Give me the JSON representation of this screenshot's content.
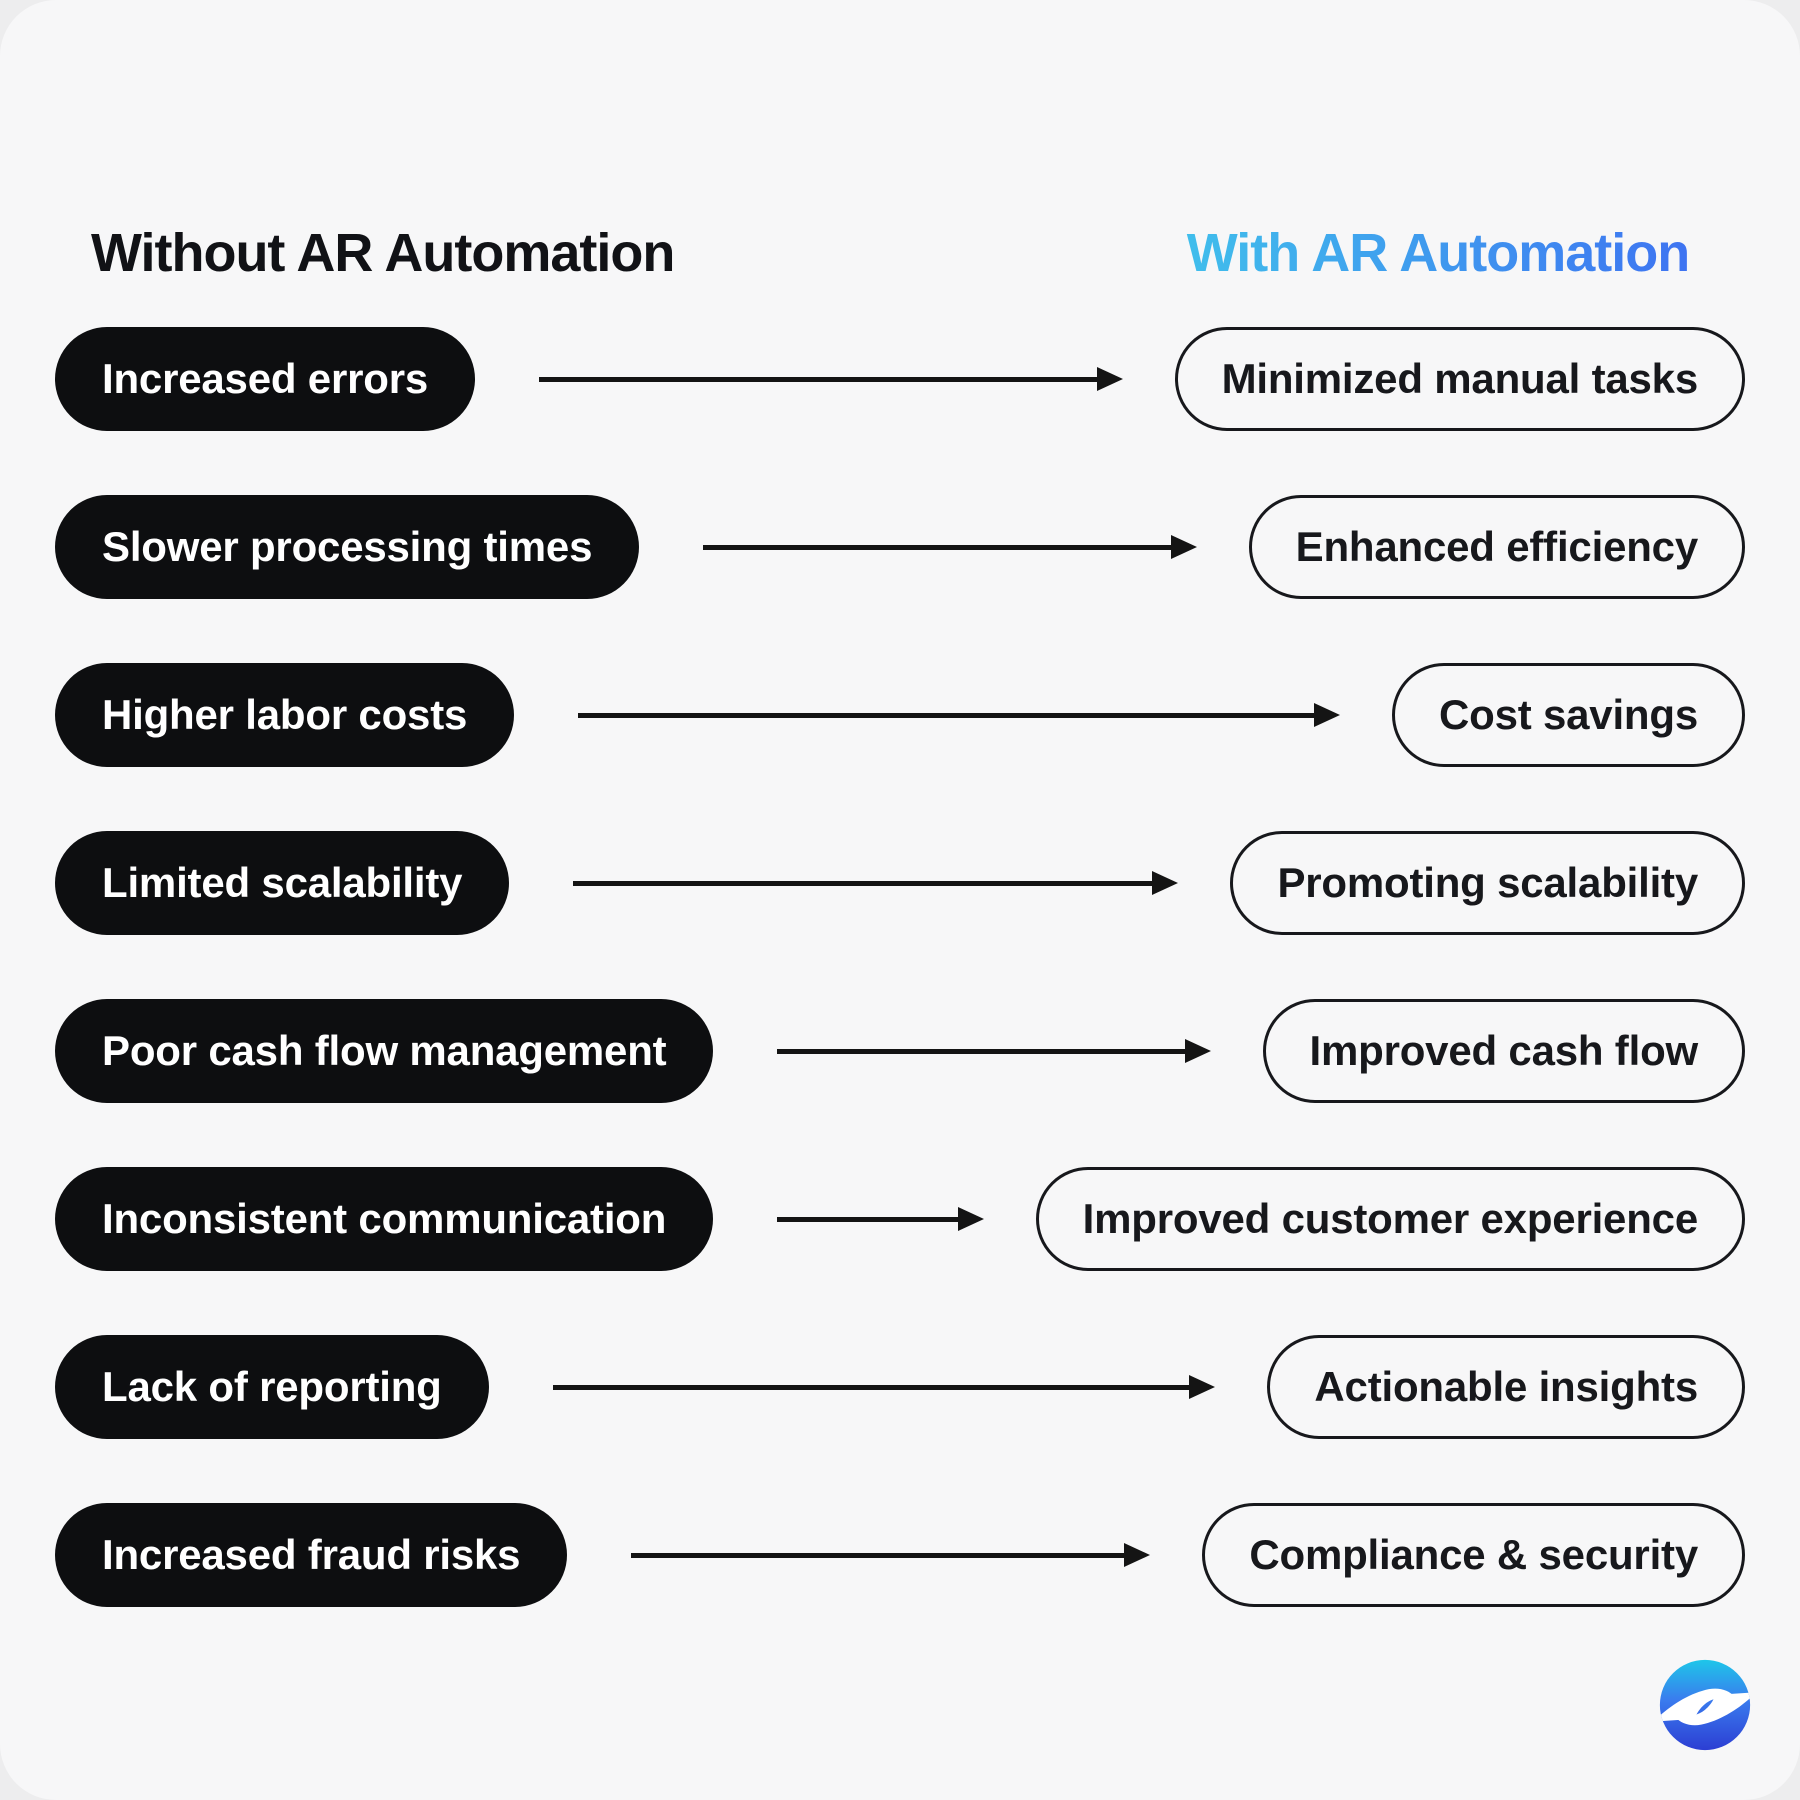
{
  "headers": {
    "left": "Without AR Automation",
    "right": "With AR Automation"
  },
  "rows": [
    {
      "without": "Increased errors",
      "with": "Minimized manual tasks"
    },
    {
      "without": "Slower processing times",
      "with": "Enhanced efficiency"
    },
    {
      "without": "Higher labor costs",
      "with": "Cost savings"
    },
    {
      "without": "Limited scalability",
      "with": "Promoting scalability"
    },
    {
      "without": "Poor cash flow management",
      "with": "Improved cash flow"
    },
    {
      "without": "Inconsistent communication",
      "with": "Improved customer experience"
    },
    {
      "without": "Lack of reporting",
      "with": "Actionable insights"
    },
    {
      "without": "Increased fraud risks",
      "with": "Compliance & security"
    }
  ],
  "icons": {
    "brand_logo": "lightning-bolt-circle"
  },
  "colors": {
    "card_bg": "#f7f7f8",
    "page_bg": "#ededee",
    "header_left": "#111216",
    "header_right_gradient_start": "#40c6eb",
    "header_right_gradient_end": "#3e6bf2",
    "pill_left_bg": "#0d0e10",
    "pill_left_text": "#ffffff",
    "pill_right_border": "#17181c",
    "pill_right_text": "#17181c",
    "arrow": "#141414",
    "logo_gradient_top": "#1ec6e9",
    "logo_gradient_mid": "#3a7bee",
    "logo_gradient_bottom": "#2c3ed3"
  }
}
